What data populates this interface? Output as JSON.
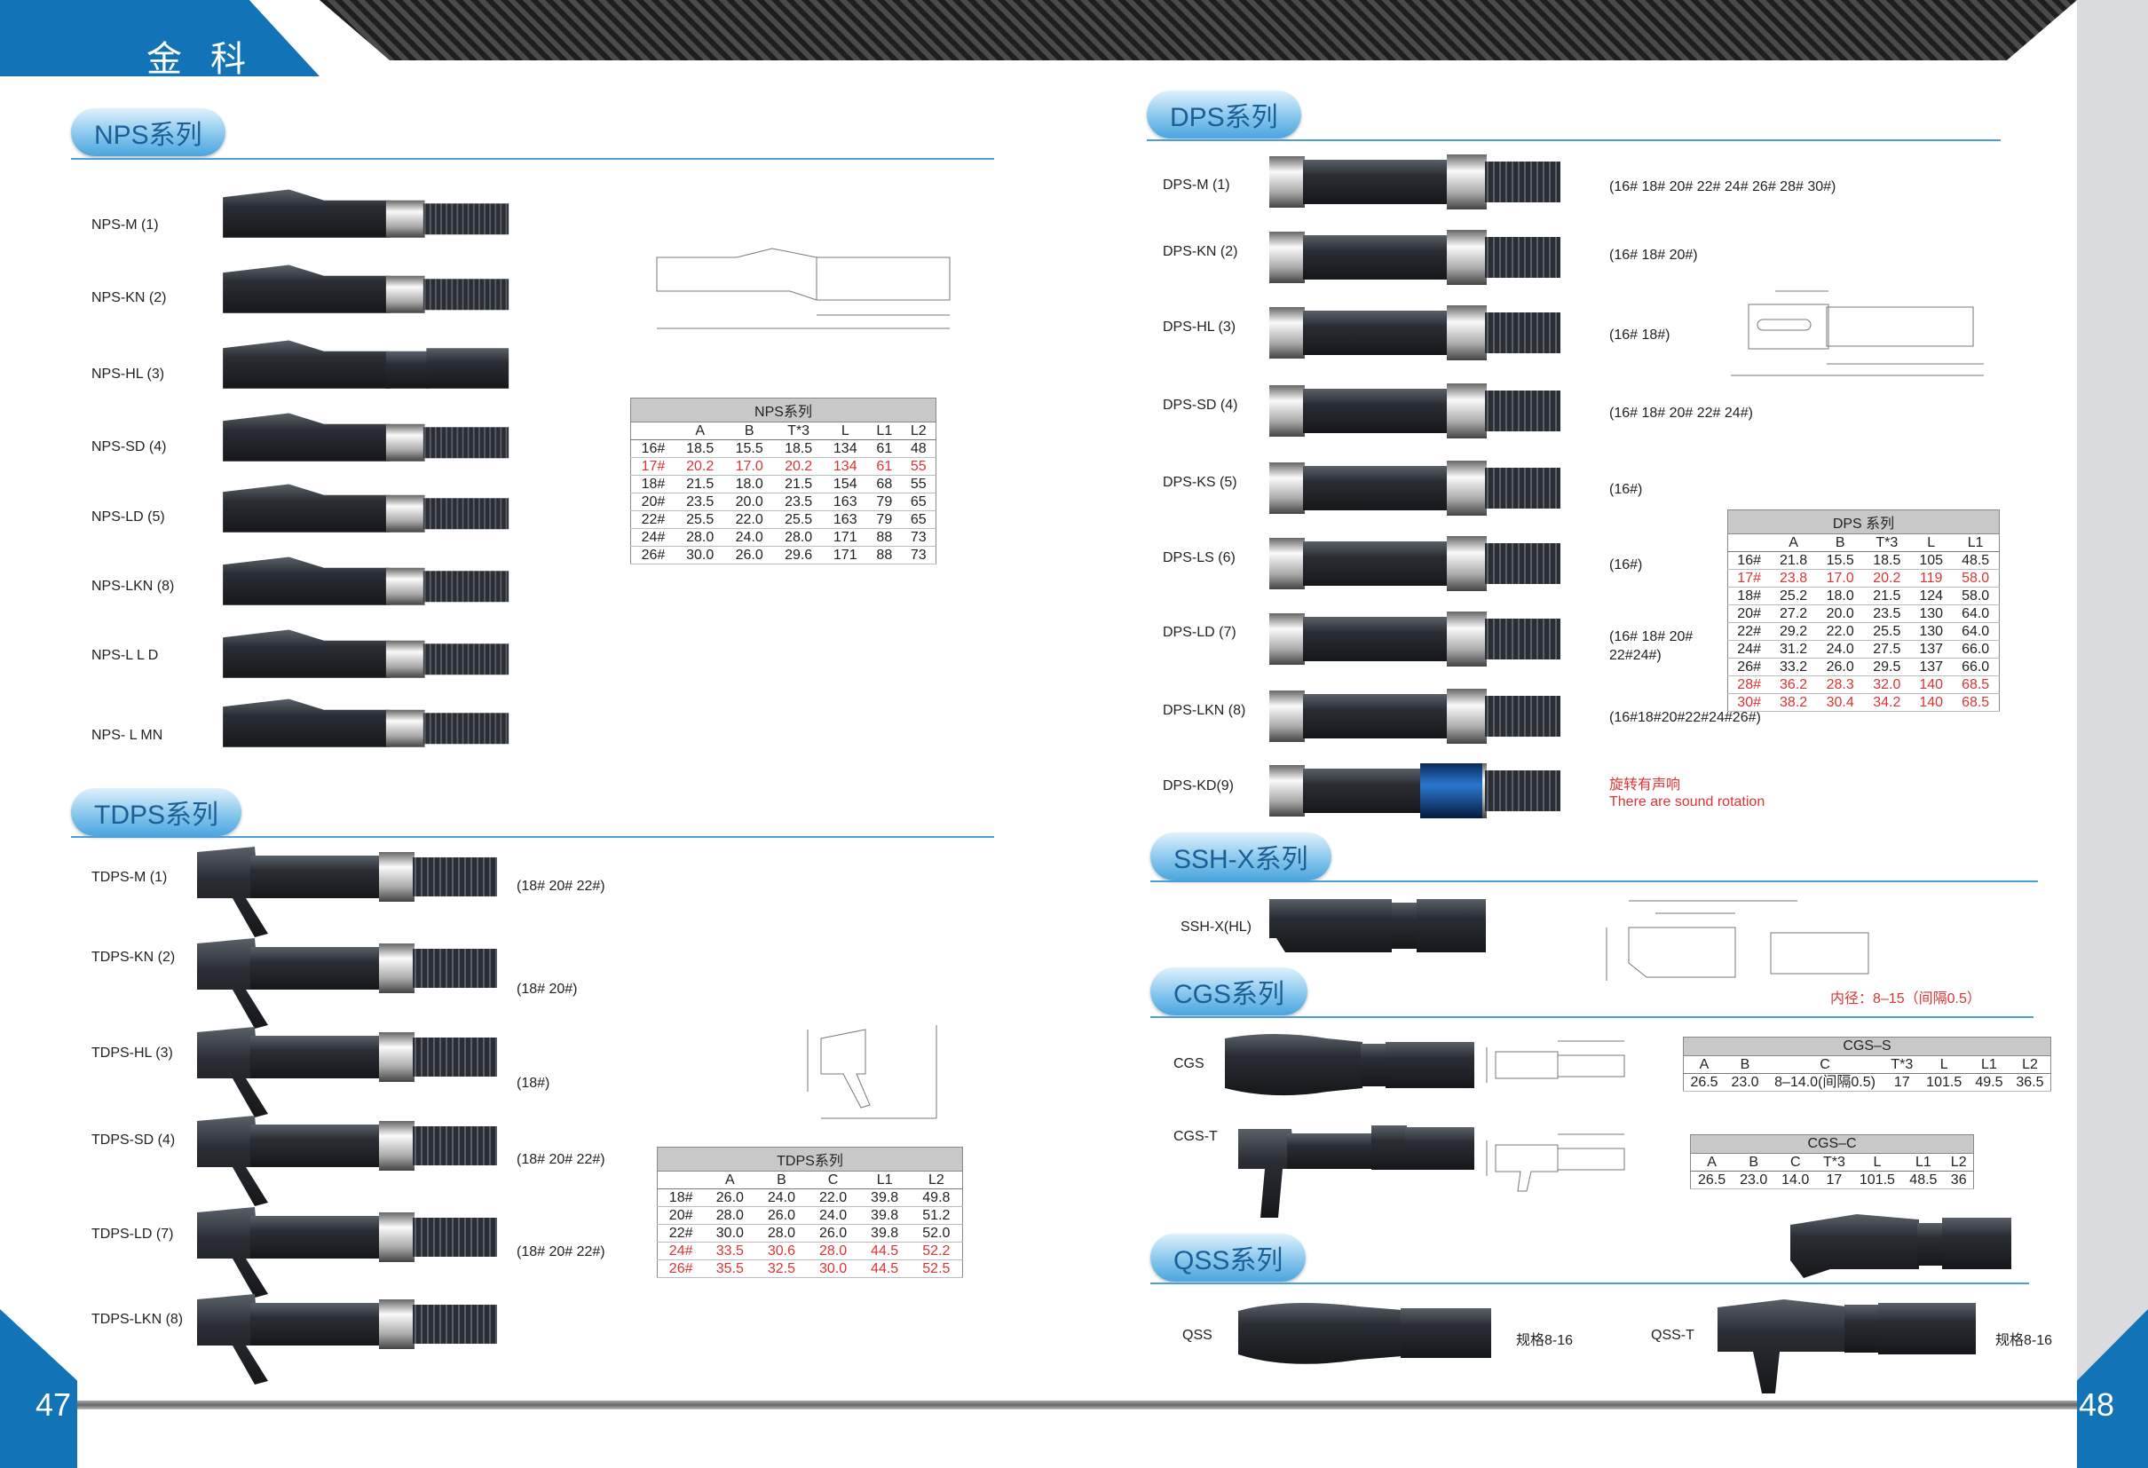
{
  "brand": "金科",
  "page_left": "47",
  "page_right": "48",
  "nps": {
    "title": "NPS系列",
    "items": [
      "NPS-M (1)",
      "NPS-KN (2)",
      "NPS-HL (3)",
      "NPS-SD (4)",
      "NPS-LD (5)",
      "NPS-LKN (8)",
      "NPS-L L D",
      "NPS- L MN"
    ],
    "table": {
      "caption": "NPS系列",
      "headers": [
        "",
        "A",
        "B",
        "T*3",
        "L",
        "L1",
        "L2"
      ],
      "rows": [
        [
          "16#",
          "18.5",
          "15.5",
          "18.5",
          "134",
          "61",
          "48"
        ],
        [
          "17#",
          "20.2",
          "17.0",
          "20.2",
          "134",
          "61",
          "55"
        ],
        [
          "18#",
          "21.5",
          "18.0",
          "21.5",
          "154",
          "68",
          "55"
        ],
        [
          "20#",
          "23.5",
          "20.0",
          "23.5",
          "163",
          "79",
          "65"
        ],
        [
          "22#",
          "25.5",
          "22.0",
          "25.5",
          "163",
          "79",
          "65"
        ],
        [
          "24#",
          "28.0",
          "24.0",
          "28.0",
          "171",
          "88",
          "73"
        ],
        [
          "26#",
          "30.0",
          "26.0",
          "29.6",
          "171",
          "88",
          "73"
        ]
      ]
    }
  },
  "tdps": {
    "title": "TDPS系列",
    "items": [
      "TDPS-M (1)",
      "TDPS-KN (2)",
      "TDPS-HL (3)",
      "TDPS-SD (4)",
      "TDPS-LD (7)",
      "TDPS-LKN (8)"
    ],
    "sizes": [
      "(18#  20# 22#)",
      "(18# 20#)",
      "(18#)",
      "(18# 20# 22#)",
      "(18# 20# 22#)"
    ],
    "table": {
      "caption": "TDPS系列",
      "headers": [
        "",
        "A",
        "B",
        "C",
        "L1",
        "L2"
      ],
      "rows": [
        [
          "18#",
          "26.0",
          "24.0",
          "22.0",
          "39.8",
          "49.8"
        ],
        [
          "20#",
          "28.0",
          "26.0",
          "24.0",
          "39.8",
          "51.2"
        ],
        [
          "22#",
          "30.0",
          "28.0",
          "26.0",
          "39.8",
          "52.0"
        ],
        [
          "24#",
          "33.5",
          "30.6",
          "28.0",
          "44.5",
          "52.2"
        ],
        [
          "26#",
          "35.5",
          "32.5",
          "30.0",
          "44.5",
          "52.5"
        ]
      ]
    }
  },
  "dps": {
    "title": "DPS系列",
    "items": [
      "DPS-M (1)",
      "DPS-KN (2)",
      "DPS-HL (3)",
      "DPS-SD (4)",
      "DPS-KS (5)",
      "DPS-LS (6)",
      "DPS-LD (7)",
      "DPS-LKN (8)",
      "DPS-KD(9)"
    ],
    "sizes": [
      "(16# 18# 20# 22# 24# 26# 28# 30#)",
      "(16# 18# 20#)",
      "(16# 18#)",
      "(16# 18# 20# 22# 24#)",
      "(16#)",
      "(16#)",
      "(16# 18# 20#",
      "22#24#)",
      "(16#18#20#22#24#26#)"
    ],
    "note_cn": "旋转有声响",
    "note_en": "There are sound rotation",
    "table": {
      "caption": "DPS 系列",
      "headers": [
        "",
        "A",
        "B",
        "T*3",
        "L",
        "L1"
      ],
      "rows": [
        [
          "16#",
          "21.8",
          "15.5",
          "18.5",
          "105",
          "48.5"
        ],
        [
          "17#",
          "23.8",
          "17.0",
          "20.2",
          "119",
          "58.0"
        ],
        [
          "18#",
          "25.2",
          "18.0",
          "21.5",
          "124",
          "58.0"
        ],
        [
          "20#",
          "27.2",
          "20.0",
          "23.5",
          "130",
          "64.0"
        ],
        [
          "22#",
          "29.2",
          "22.0",
          "25.5",
          "130",
          "64.0"
        ],
        [
          "24#",
          "31.2",
          "24.0",
          "27.5",
          "137",
          "66.0"
        ],
        [
          "26#",
          "33.2",
          "26.0",
          "29.5",
          "137",
          "66.0"
        ],
        [
          "28#",
          "36.2",
          "28.3",
          "32.0",
          "140",
          "68.5"
        ],
        [
          "30#",
          "38.2",
          "30.4",
          "34.2",
          "140",
          "68.5"
        ]
      ]
    }
  },
  "sshx": {
    "title": "SSH-X系列",
    "item": "SSH-X(HL)",
    "note": "内径：8–15（间隔0.5）"
  },
  "cgs": {
    "title": "CGS系列",
    "items": [
      "CGS",
      "CGS-T"
    ],
    "table_s": {
      "caption": "CGS–S",
      "headers": [
        "A",
        "B",
        "C",
        "T*3",
        "L",
        "L1",
        "L2"
      ],
      "rows": [
        [
          "26.5",
          "23.0",
          "8–14.0(间隔0.5)",
          "17",
          "101.5",
          "49.5",
          "36.5"
        ]
      ]
    },
    "table_c": {
      "caption": "CGS–C",
      "headers": [
        "A",
        "B",
        "C",
        "T*3",
        "L",
        "L1",
        "L2"
      ],
      "rows": [
        [
          "26.5",
          "23.0",
          "14.0",
          "17",
          "101.5",
          "48.5",
          "36"
        ]
      ]
    }
  },
  "qss": {
    "title": "QSS系列",
    "items": [
      "QSS",
      "QSS-T"
    ],
    "spec": "规格8-16"
  },
  "colors": {
    "accent": "#1373b7",
    "red": "#d33333"
  }
}
